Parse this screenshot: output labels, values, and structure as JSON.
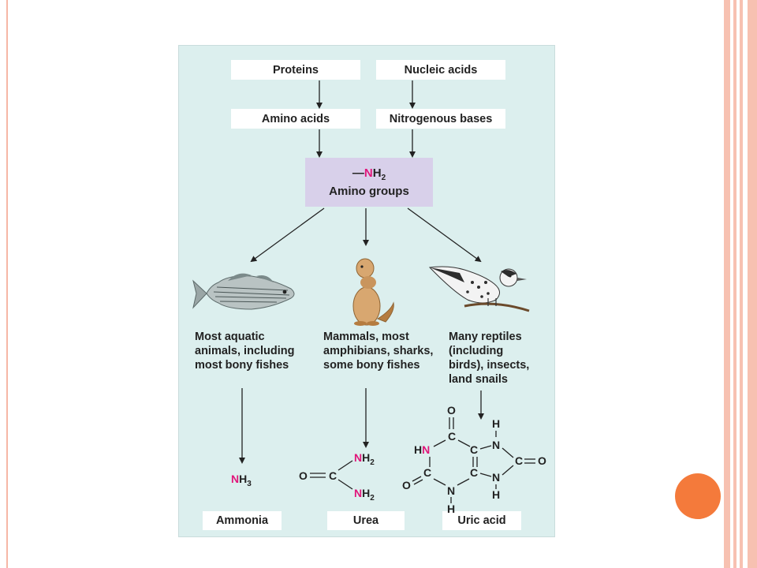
{
  "colors": {
    "nitrogen": "#e0167a",
    "panel": "#dcefee",
    "amino_box": "#d8d0ea",
    "accent": "#f47a3b"
  },
  "sources": {
    "proteins": "Proteins",
    "nucleic_acids": "Nucleic acids"
  },
  "intermediates": {
    "amino_acids": "Amino acids",
    "nitrogenous_bases": "Nitrogenous bases"
  },
  "amino_group": {
    "formula_dash": "—",
    "formula_n": "N",
    "formula_h": "H",
    "formula_sub": "2",
    "label": "Amino groups"
  },
  "groups": {
    "aquatic": [
      "Most aquatic",
      "animals, including",
      "most bony fishes"
    ],
    "mammals": [
      "Mammals, most",
      "amphibians, sharks,",
      "some bony fishes"
    ],
    "reptiles": [
      "Many reptiles",
      "(including",
      "birds), insects,",
      "land snails"
    ]
  },
  "icons": {
    "fish": "fish-icon",
    "mammal": "prairie-dog-icon",
    "bird": "bird-icon"
  },
  "products": {
    "ammonia": "Ammonia",
    "urea": "Urea",
    "uric_acid": "Uric acid"
  },
  "chem": {
    "N": "N",
    "H": "H",
    "O": "O",
    "C": "C",
    "HN": "HN",
    "sub2": "2",
    "sub3": "3"
  }
}
